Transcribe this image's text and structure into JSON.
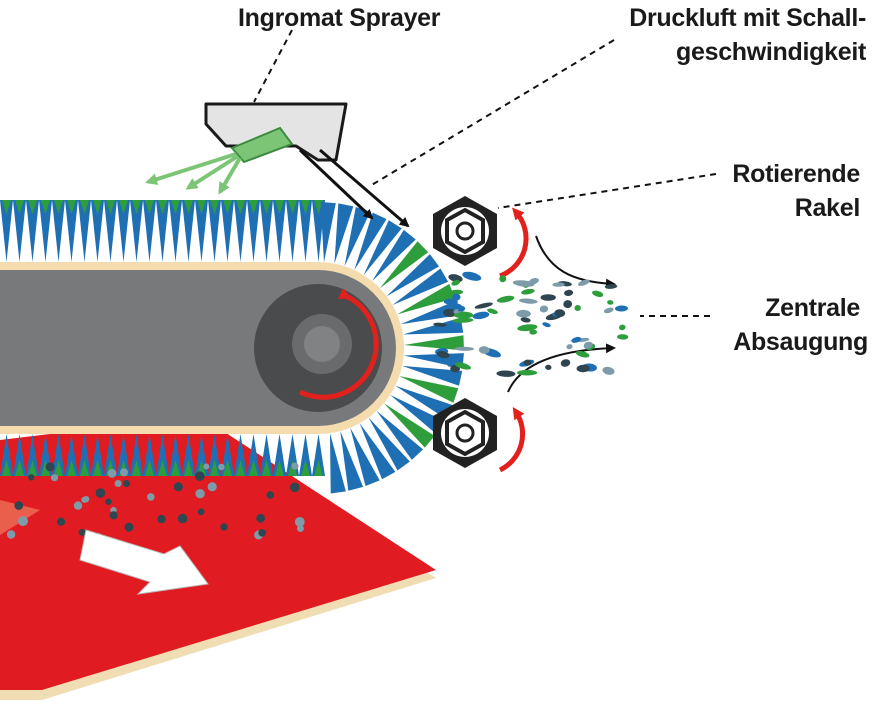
{
  "labels": {
    "sprayer": "Ingromat Sprayer",
    "compressed_air_line1": "Druckluft mit Schall-",
    "compressed_air_line2": "geschwindigkeit",
    "squeegee_line1": "Rotierende",
    "squeegee_line2": "Rakel",
    "suction_line1": "Zentrale",
    "suction_line2": "Absaugung"
  },
  "colors": {
    "belt": "#77797a",
    "belt_border": "#f4dcae",
    "roller": "#4a4b4c",
    "roller_hub": "#7f8081",
    "bristle_blue": "#1f6fb5",
    "bristle_green": "#2e9e3c",
    "sprayer_body": "#e4e4e4",
    "nozzle": "#7cc576",
    "board": "#e11b22",
    "board_edge": "#f1ddb3",
    "rotation_arrow": "#e2201c",
    "hex_squeegee": "#222222",
    "particle_dark": "#2f4550",
    "particle_light": "#7d9ba8"
  }
}
